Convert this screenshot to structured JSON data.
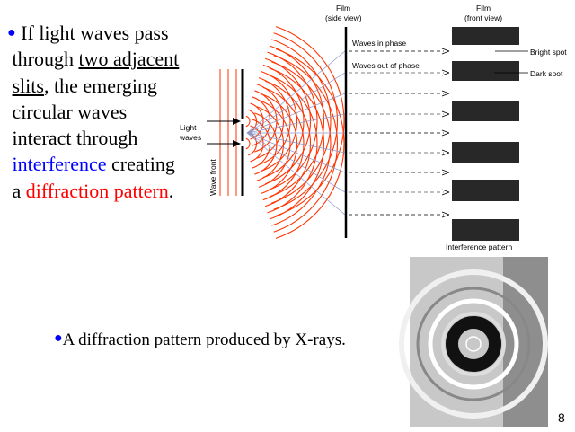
{
  "bullet1": {
    "l1": "If light waves pass",
    "l2a": "through ",
    "l2b": "two",
    "l2c": "  ",
    "l2d": "adjacent",
    "l3a": "slits",
    "l3b": ", the emerging",
    "l4": "circular waves",
    "l5": "interact through",
    "l6a": "interference",
    "l6b": " creating",
    "l7a": "a ",
    "l7b": "diffraction pattern",
    "l7c": "."
  },
  "diagram": {
    "film_side": [
      "Film",
      "(side view)"
    ],
    "film_front": [
      "Film",
      "(front view)"
    ],
    "waves_in_phase": "Waves in phase",
    "waves_out_of_phase": "Waves out of phase",
    "bright_spot": "Bright spot",
    "dark_spot": "Dark spot",
    "light_waves": [
      "Light",
      "waves"
    ],
    "wave_front": "Wave front",
    "interference_pattern": "Interference pattern"
  },
  "bullet2": "A diffraction pattern produced by X-rays.",
  "page_number": "8",
  "colors": {
    "bullet": "#0000ff",
    "accent_red": "#ff0000",
    "wave": "#ff3300"
  }
}
